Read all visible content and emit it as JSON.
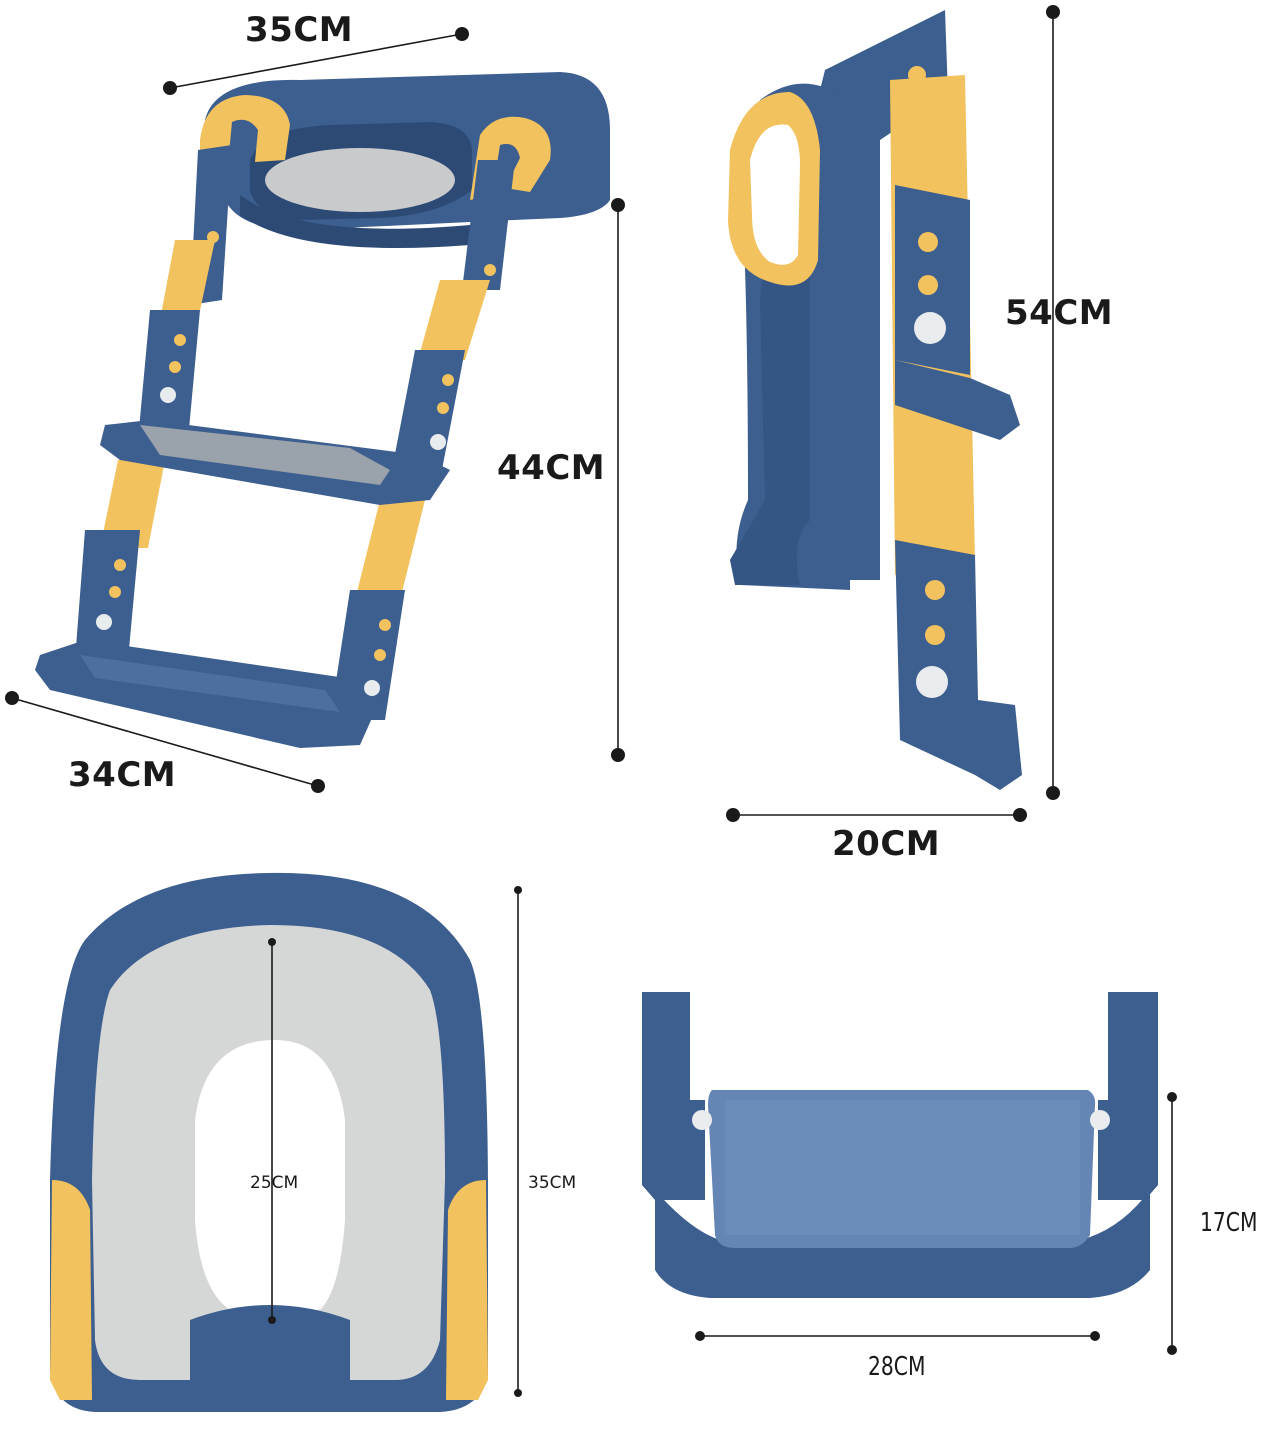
{
  "colors": {
    "blue": "#3d5f8f",
    "blue_dark": "#2d4a75",
    "yellow": "#f2c25e",
    "gray_pad": "#d5d6d6",
    "line": "#1a1a1a"
  },
  "dimensions": {
    "ladder_top_width": "35CM",
    "ladder_height": "44CM",
    "ladder_base_width": "34CM",
    "side_height": "54CM",
    "side_depth": "20CM",
    "seat_length": "35CM",
    "seat_opening": "25CM",
    "step_height": "17CM",
    "step_width": "28CM"
  }
}
